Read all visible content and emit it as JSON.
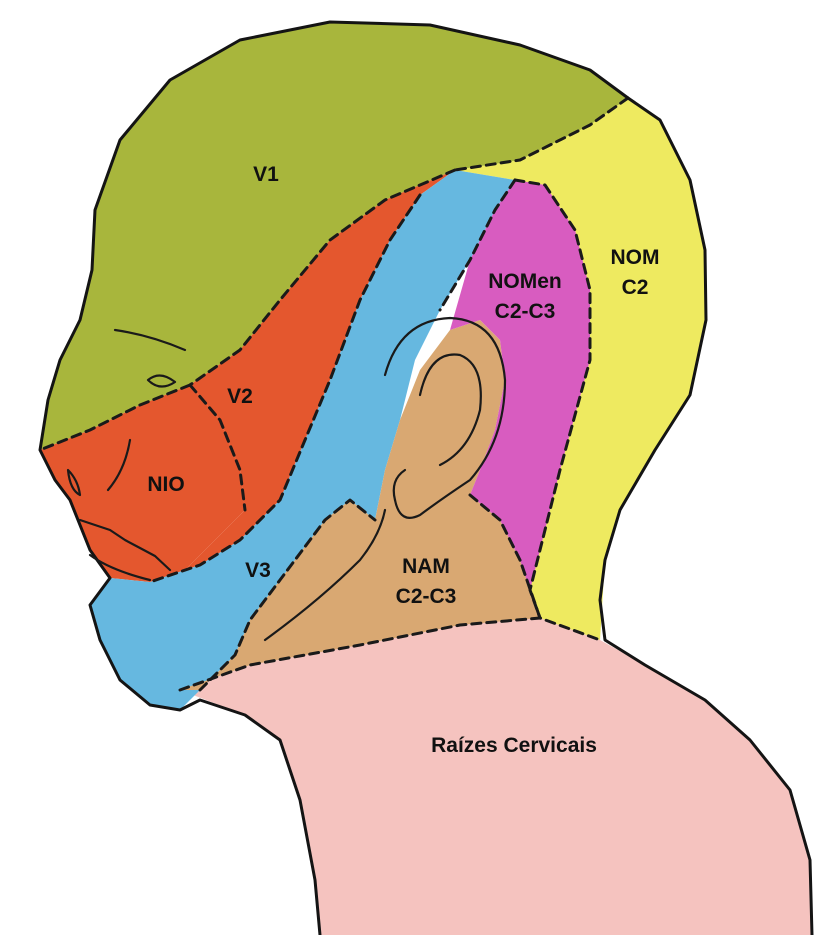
{
  "labels": {
    "v1": "V1",
    "v2": "V2",
    "v3": "V3",
    "nio": "NIO",
    "nomen_line1": "NOMen",
    "nomen_line2": "C2-C3",
    "nom_line1": "NOM",
    "nom_line2": "C2",
    "nam_line1": "NAM",
    "nam_line2": "C2-C3",
    "cervical": "Raízes Cervicais"
  },
  "colors": {
    "v1": "#a8b63c",
    "v2": "#e4572e",
    "nio": "#e4572e",
    "v3": "#66b8e0",
    "nomen": "#d85cc0",
    "nom": "#eeea60",
    "nam": "#d9a872",
    "cervical": "#f5c3bf",
    "background": "#ffffff"
  }
}
